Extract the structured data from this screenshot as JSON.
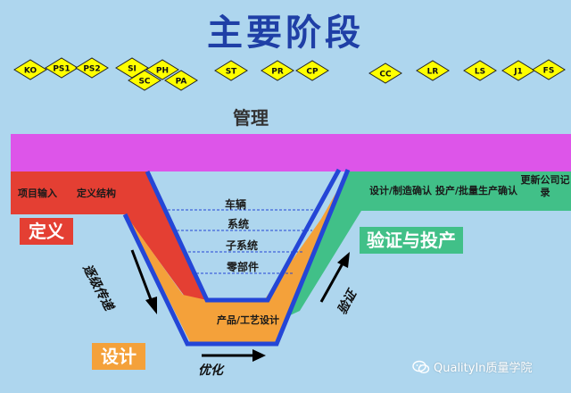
{
  "title": "主要阶段",
  "milestones": [
    "KO",
    "PS1",
    "PS2",
    "SI",
    "SC",
    "PH",
    "PA",
    "ST",
    "PR",
    "CP",
    "CC",
    "LR",
    "LS",
    "J1",
    "FS"
  ],
  "colors": {
    "background": "#aed6ee",
    "management_bar": "#dd55e9",
    "definition": "#e43f33",
    "design": "#f4a13a",
    "validation": "#41c088",
    "outline": "#2446d6",
    "milestone_fill": "#ffff00",
    "title": "#1f3fa6"
  },
  "management": {
    "label": "管理"
  },
  "definition": {
    "label": "定义",
    "items": [
      "项目输入",
      "定义结构"
    ]
  },
  "levels": [
    "车辆",
    "系统",
    "子系统",
    "零部件"
  ],
  "design": {
    "label": "设计",
    "bottom_text": "产品/工艺设计"
  },
  "validation": {
    "label": "验证与投产",
    "items": [
      "设计/制造确认",
      "投产/批量生产确认",
      "更新公司记录"
    ]
  },
  "arrows": {
    "left": "逐级传递",
    "bottom": "优化",
    "right": "验证"
  },
  "watermark": "QualityIn质量学院"
}
